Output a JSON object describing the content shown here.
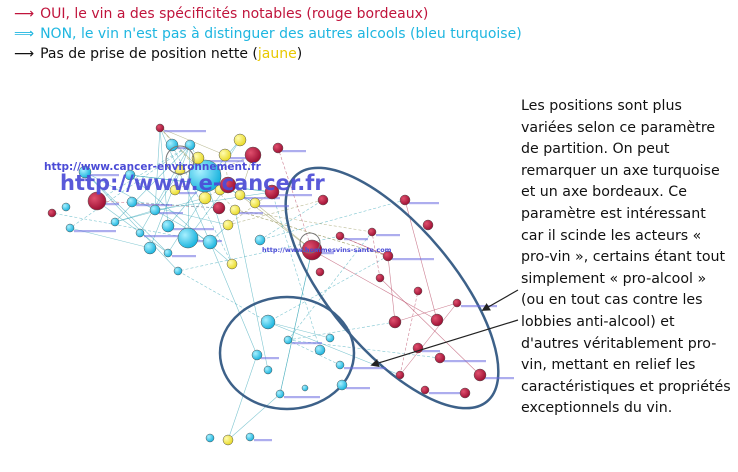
{
  "legend": {
    "line1": "OUI, le vin a des spécificités notables (rouge bordeaux)",
    "line2": "NON, le vin n'est pas à distinguer des autres alcools (bleu turquoise)",
    "line3_main": "Pas de prise de position nette (",
    "line3_color": "jaune",
    "line3_end": ")"
  },
  "graph": {
    "label_big": "http://www.e-cancer.fr",
    "label_small": "http://www.cancer-environnement.fr",
    "label_mid": "http://www.hommesvins-sante.com",
    "colors": {
      "bordeaux": "#b4103a",
      "turquoise": "#1cc2ea",
      "yellow": "#f2e640",
      "link_text": "#4b4bd6"
    }
  },
  "note": {
    "text": "Les positions sont plus variées selon ce paramètre de partition. On peut remarquer un axe turquoise et un axe bordeaux. Ce paramètre est intéressant car il scinde les acteurs « pro-vin », certains étant tout simplement « pro-alcool » (ou en tout cas contre les lobbies anti-alcool) et d'autres véritablement pro-vin, mettant en relief les caractéristiques et propriétés exceptionnels du vin."
  }
}
